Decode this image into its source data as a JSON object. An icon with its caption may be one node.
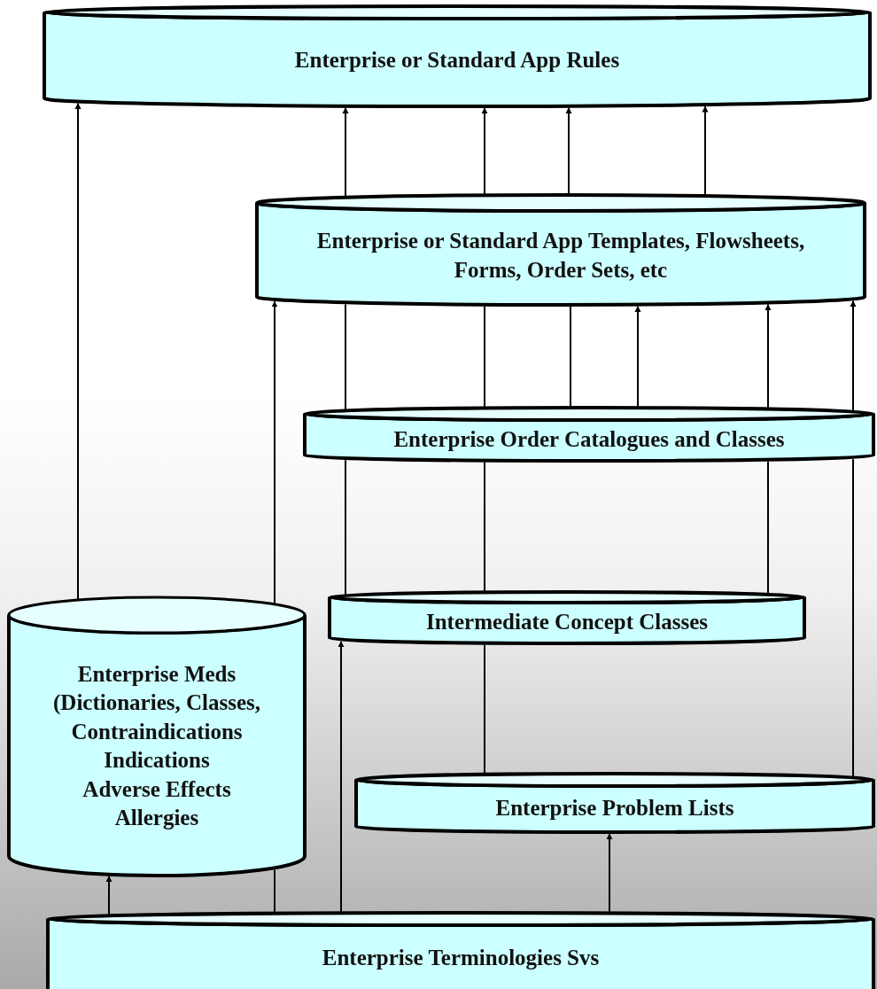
{
  "diagram": {
    "nodes": [
      {
        "text": [
          "Enterprise or Standard App Rules"
        ]
      },
      {
        "text": [
          "Enterprise or Standard App Templates, Flowsheets, Forms, Order Sets, etc"
        ]
      },
      {
        "text": [
          "Enterprise Order Catalogues and Classes"
        ]
      },
      {
        "text": [
          "Intermediate Concept Classes"
        ]
      },
      {
        "text": [
          "Enterprise Meds",
          "(Dictionaries, Classes,",
          "Contraindications",
          "Indications",
          "Adverse Effects",
          "Allergies"
        ]
      },
      {
        "text": [
          "Enterprise Problem Lists"
        ]
      },
      {
        "text": [
          "Enterprise Terminologies Svs"
        ]
      }
    ],
    "edges": [
      {
        "from": 4,
        "to": 0,
        "arrow": "to"
      },
      {
        "from": 1,
        "to": 0,
        "arrow": "to"
      },
      {
        "from": 1,
        "to": 0,
        "arrow": "to"
      },
      {
        "from": 1,
        "to": 0,
        "arrow": "to"
      },
      {
        "from": 1,
        "to": 0,
        "arrow": "to"
      },
      {
        "from": 4,
        "to": 1,
        "arrow": "to"
      },
      {
        "from": 2,
        "to": 1,
        "arrow": "none"
      },
      {
        "from": 2,
        "to": 1,
        "arrow": "none"
      },
      {
        "from": 2,
        "to": 1,
        "arrow": "none"
      },
      {
        "from": 2,
        "to": 1,
        "arrow": "to"
      },
      {
        "from": 2,
        "to": 1,
        "arrow": "to"
      },
      {
        "from": 2,
        "to": 1,
        "arrow": "to"
      },
      {
        "from": 3,
        "to": 2,
        "arrow": "none"
      },
      {
        "from": 3,
        "to": 2,
        "arrow": "none"
      },
      {
        "from": 3,
        "to": 2,
        "arrow": "none"
      },
      {
        "from": 5,
        "to": 2,
        "arrow": "none"
      },
      {
        "from": 5,
        "to": 3,
        "arrow": "none"
      },
      {
        "from": 6,
        "to": 3,
        "arrow": "to"
      },
      {
        "from": 6,
        "to": 4,
        "arrow": "to"
      },
      {
        "from": 6,
        "to": 4,
        "arrow": "none"
      },
      {
        "from": 6,
        "to": 5,
        "arrow": "to"
      }
    ]
  }
}
